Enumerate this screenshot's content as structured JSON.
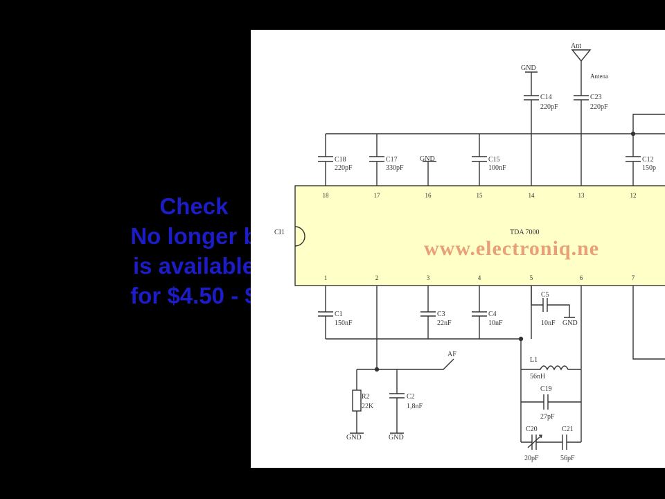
{
  "promo": {
    "line1": "Check",
    "line2": "No longer b",
    "line3": "is available",
    "line4": "for $4.50 - $"
  },
  "watermark": "www.electroniq.ne",
  "chip": {
    "name": "TDA 7000",
    "designator": "CI1",
    "pins_top": [
      "18",
      "17",
      "16",
      "15",
      "14",
      "13",
      "12"
    ],
    "pins_bottom": [
      "1",
      "2",
      "3",
      "4",
      "5",
      "6",
      "7"
    ]
  },
  "components": {
    "c18": {
      "ref": "C18",
      "val": "220pF"
    },
    "c17": {
      "ref": "C17",
      "val": "330pF"
    },
    "c15": {
      "ref": "C15",
      "val": "100nF"
    },
    "c12": {
      "ref": "C12",
      "val": "150p"
    },
    "c14": {
      "ref": "C14",
      "val": "220pF"
    },
    "c23": {
      "ref": "C23",
      "val": "220pF"
    },
    "c1": {
      "ref": "C1",
      "val": "150nF"
    },
    "c3": {
      "ref": "C3",
      "val": "22nF"
    },
    "c4": {
      "ref": "C4",
      "val": "10nF"
    },
    "c5": {
      "ref": "C5",
      "val": "10nF"
    },
    "c2": {
      "ref": "C2",
      "val": "1,8nF"
    },
    "r2": {
      "ref": "R2",
      "val": "22K"
    },
    "l1": {
      "ref": "L1",
      "val": "56nH"
    },
    "c19": {
      "ref": "C19",
      "val": "27pF"
    },
    "c20": {
      "ref": "C20",
      "val": "20pF"
    },
    "c21": {
      "ref": "C21",
      "val": "56pF"
    }
  },
  "labels": {
    "gnd": "GND",
    "ant": "Ant",
    "antena": "Antena",
    "af": "AF"
  },
  "colors": {
    "background": "#000000",
    "sheet": "#ffffff",
    "promo_text": "#1c1cc8",
    "chip_fill": "#ffffc8",
    "watermark": "#e8a078",
    "wire": "#333333"
  }
}
